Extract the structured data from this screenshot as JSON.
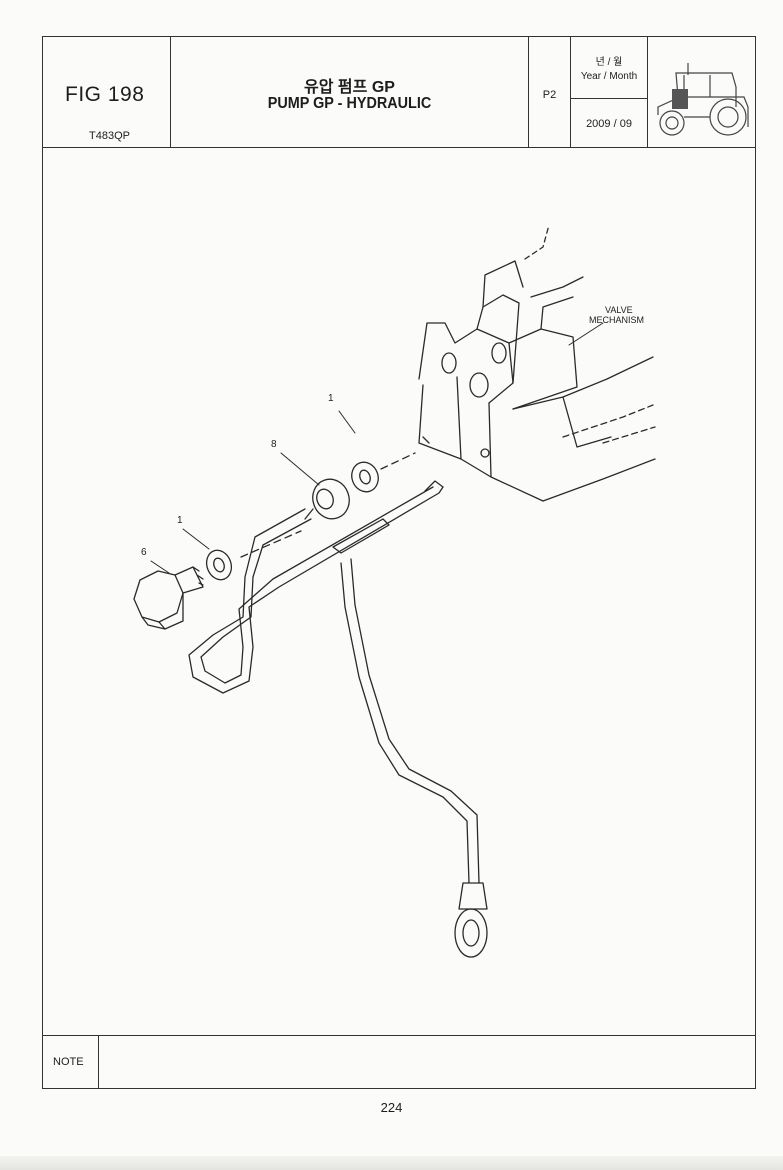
{
  "header": {
    "fig_number": "FIG 198",
    "fig_code": "T483QP",
    "title_ko": "유압 펌프 GP",
    "title_en": "PUMP GP - HYDRAULIC",
    "page_code": "P2",
    "date_label_ko": "년 / 월",
    "date_label_en": "Year / Month",
    "date_value": "2009  / 09",
    "locator_icon": "tractor-icon"
  },
  "drawing": {
    "callouts": [
      "1",
      "8",
      "1",
      "6"
    ],
    "valve_label_line1": "VALVE",
    "valve_label_line2": "MECHANISM"
  },
  "note": {
    "label": "NOTE",
    "text": ""
  },
  "page_number": "224"
}
